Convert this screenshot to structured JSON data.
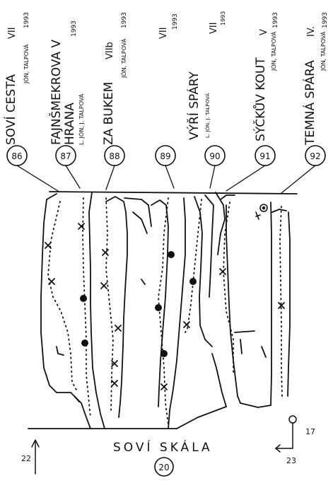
{
  "crag": {
    "name": "SOVÍ SKÁLA",
    "number": "20",
    "north_value": "22",
    "grid_x": "17",
    "grid_y": "23"
  },
  "routes": [
    {
      "number": "86",
      "name": "SOVÍ CESTA",
      "name_2": "",
      "grade": "VII",
      "year": "1993",
      "authors": "JÓN, TALPOVÁ"
    },
    {
      "number": "87",
      "name": "FAJNŠMEKROVA V",
      "name_2": "HRANA",
      "grade": "",
      "year": "1993",
      "authors": "L. JÓN, J. TALPOVÁ"
    },
    {
      "number": "88",
      "name": "ZA BUKEM",
      "name_2": "",
      "grade": "VIIb",
      "year": "1993",
      "authors": "JÓN, TALPOVÁ"
    },
    {
      "number": "89",
      "name": "",
      "name_2": "",
      "grade": "VII",
      "year": "1993",
      "authors": ""
    },
    {
      "number": "90",
      "name": "VÝŘÍ SPÁRY",
      "name_2": "",
      "grade": "VII",
      "year": "1993",
      "authors": "L. JÓN, J. TALPOVÁ"
    },
    {
      "number": "91",
      "name": "SÝČKŮV KOUT",
      "name_2": "",
      "grade": "V",
      "year": "1993",
      "authors": "JÓN, TALPOVÁ"
    },
    {
      "number": "92",
      "name": "TEMNÁ SPÁRA",
      "name_2": "",
      "grade": "IV.",
      "year": "1993",
      "authors": "JÓN, TALPOVÁ"
    }
  ],
  "legend": {
    "bolt_icon": "ring-bolt-icon",
    "pin_icon": "x-mark-icon",
    "belay_icon": "filled-dot-icon"
  }
}
